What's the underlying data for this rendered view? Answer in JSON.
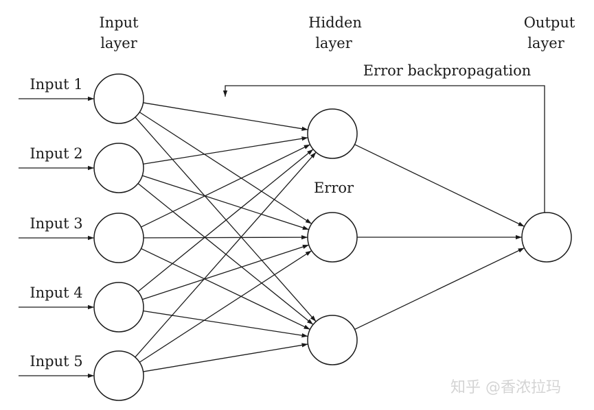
{
  "diagram": {
    "type": "neural-network",
    "layers": [
      {
        "id": "input",
        "title_lines": [
          "Input",
          "layer"
        ],
        "nodes": 5
      },
      {
        "id": "hidden",
        "title_lines": [
          "Hidden",
          "layer"
        ],
        "nodes": 3
      },
      {
        "id": "output",
        "title_lines": [
          "Output",
          "layer"
        ],
        "nodes": 1
      }
    ],
    "input_labels": [
      "Input 1",
      "Input 2",
      "Input 3",
      "Input 4",
      "Input 5"
    ],
    "error_label": "Error",
    "backprop_label": "Error backpropagation",
    "connections": "fully-connected",
    "line_color": "#1a1a1a"
  },
  "watermark": "知乎 @香浓拉玛"
}
